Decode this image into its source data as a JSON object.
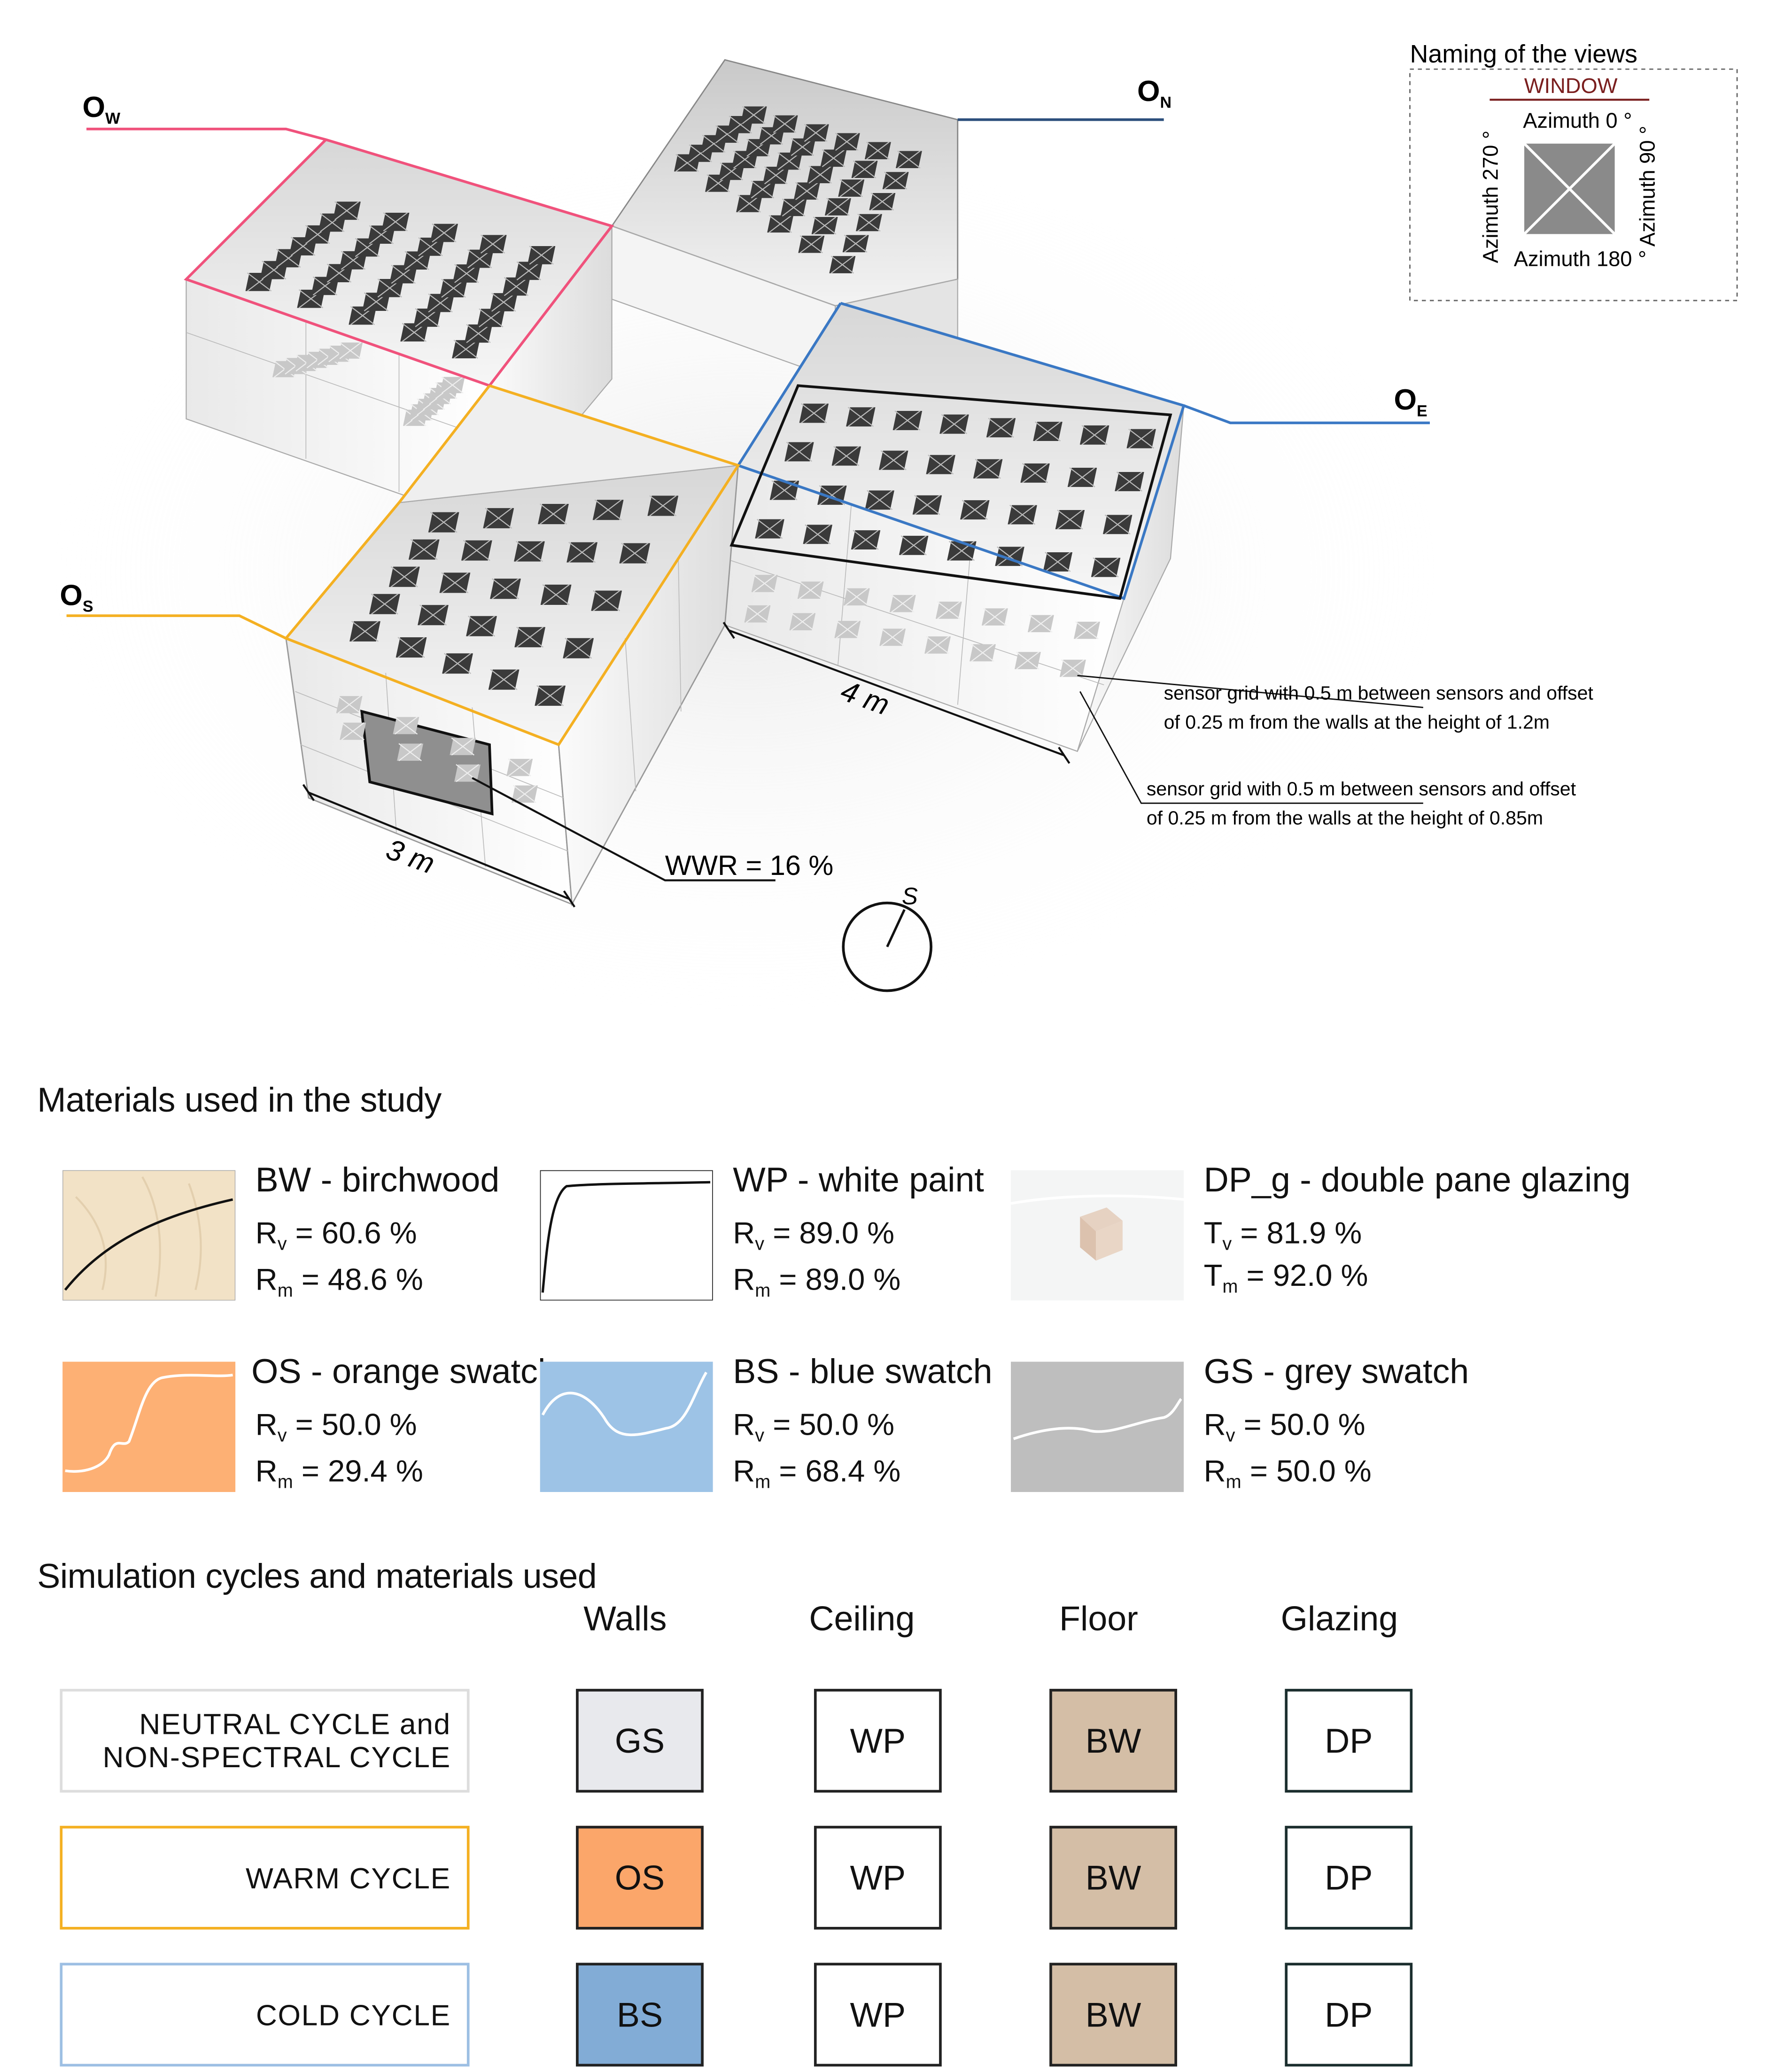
{
  "views": {
    "west": "O",
    "west_sub": "W",
    "north": "O",
    "north_sub": "N",
    "east": "O",
    "east_sub": "E",
    "south": "O",
    "south_sub": "S"
  },
  "dimensions": {
    "width": "3 m",
    "depth": "4 m",
    "wwr": "WWR = 16 %"
  },
  "sensor_notes": {
    "high_line1": "sensor grid with 0.5 m between sensors and offset",
    "high_line2": "of 0.25 m  from the walls at the height of 1.2m",
    "low_line1": "sensor grid with 0.5 m between sensors and offset",
    "low_line2": "of 0.25 m  from the walls at the height of 0.85m"
  },
  "compass": {
    "label": "S"
  },
  "legend": {
    "title": "Naming of the views",
    "window": "WINDOW",
    "az0": "Azimuth 0 °",
    "az90": "Azimuth 90 °",
    "az180": "Azimuth 180 °",
    "az270": "Azimuth 270 °"
  },
  "materials": {
    "title": "Materials used in the study",
    "items": [
      {
        "code": "BW",
        "name": "BW - birchwood",
        "p1": "R",
        "s1": "v",
        "v1": " = 60.6 %",
        "p2": "R",
        "s2": "m",
        "v2": " = 48.6 %"
      },
      {
        "code": "WP",
        "name": "WP - white paint",
        "p1": "R",
        "s1": "v",
        "v1": " = 89.0 %",
        "p2": "R",
        "s2": "m",
        "v2": " = 89.0 %"
      },
      {
        "code": "DP_g",
        "name": "DP_g - double pane glazing",
        "p1": "T",
        "s1": "v",
        "v1": " = 81.9 %",
        "p2": "T",
        "s2": "m",
        "v2": " = 92.0 %"
      },
      {
        "code": "OS",
        "name": "OS - orange swatch",
        "p1": "R",
        "s1": "v",
        "v1": " = 50.0 %",
        "p2": "R",
        "s2": "m",
        "v2": " = 29.4 %"
      },
      {
        "code": "BS",
        "name": "BS - blue swatch",
        "p1": "R",
        "s1": "v",
        "v1": " = 50.0 %",
        "p2": "R",
        "s2": "m",
        "v2": " = 68.4 %"
      },
      {
        "code": "GS",
        "name": "GS - grey swatch",
        "p1": "R",
        "s1": "v",
        "v1": " = 50.0 %",
        "p2": "R",
        "s2": "m",
        "v2": " = 50.0 %"
      }
    ]
  },
  "cycles": {
    "title": "Simulation cycles and materials used",
    "columns": [
      "Walls",
      "Ceiling",
      "Floor",
      "Glazing"
    ],
    "rows": [
      {
        "label_line1": "NEUTRAL CYCLE and",
        "label_line2": "NON-SPECTRAL CYCLE",
        "border": "#dddddd",
        "cells": [
          "GS",
          "WP",
          "BW",
          "DP"
        ],
        "wall_fill": "#e8e9ed"
      },
      {
        "label_line1": "WARM CYCLE",
        "label_line2": "",
        "border": "#f4b022",
        "cells": [
          "OS",
          "WP",
          "BW",
          "DP"
        ],
        "wall_fill": "#fba66a"
      },
      {
        "label_line1": "COLD CYCLE",
        "label_line2": "",
        "border": "#9dbfe3",
        "cells": [
          "BS",
          "WP",
          "BW",
          "DP"
        ],
        "wall_fill": "#82acd6"
      }
    ],
    "ceiling_fill": "#ffffff",
    "floor_fill": "#d4bea6",
    "glazing_fill": "#ffffff"
  },
  "colors": {
    "west": "#f0527c",
    "north": "#2c4f7c",
    "east": "#3a78c4",
    "south": "#f4b022",
    "window_red": "#7a1e1e",
    "orange": "#fdb074",
    "blue": "#9dc3e6",
    "grey": "#bebebe",
    "birch": "#f2e2c6"
  }
}
